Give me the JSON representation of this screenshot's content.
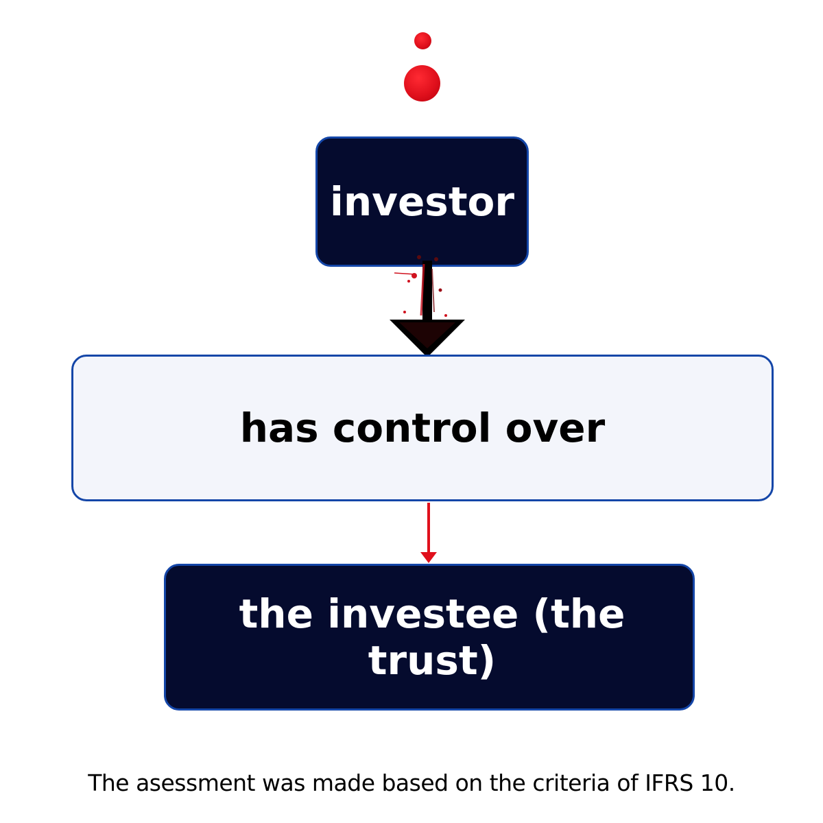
{
  "diagram": {
    "nodes": {
      "investor": "investor",
      "relation": "has control over",
      "investee": "the investee (the trust)"
    },
    "footnote": "The asessment was made based on the criteria of IFRS 10."
  },
  "colors": {
    "dark_box": "#050b2e",
    "light_box": "#f3f5fb",
    "border": "#1446a8",
    "accent_red": "#e0101c"
  }
}
